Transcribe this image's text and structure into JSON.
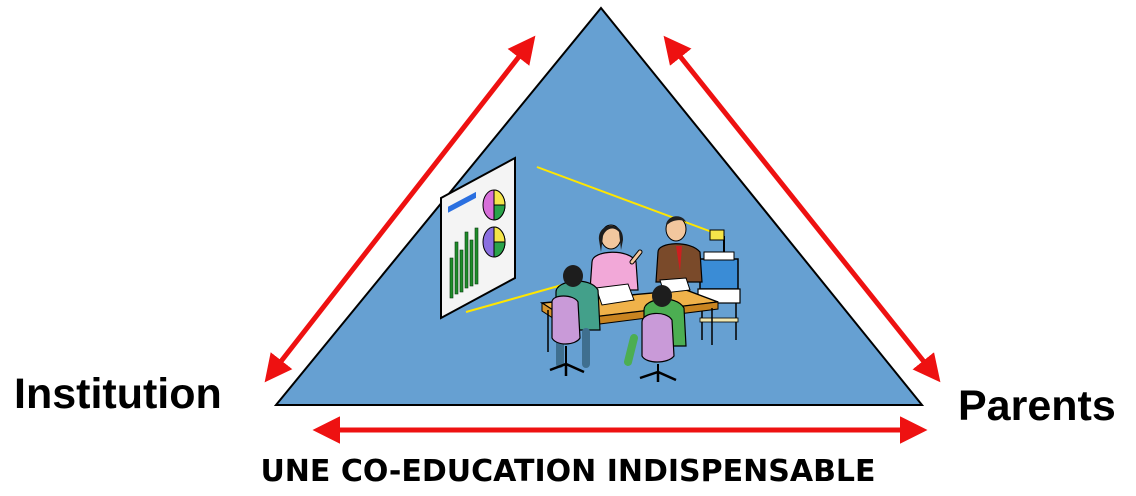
{
  "diagram": {
    "left_label": "Institution",
    "right_label": "Parents",
    "caption": "UNE CO-EDUCATION INDISPENSABLE",
    "colors": {
      "triangle_fill": "#66a0d2",
      "triangle_stroke": "#000000",
      "arrow": "#ee1111",
      "projection_beam": "#ffe600"
    },
    "illustration": "meeting-clipart"
  }
}
